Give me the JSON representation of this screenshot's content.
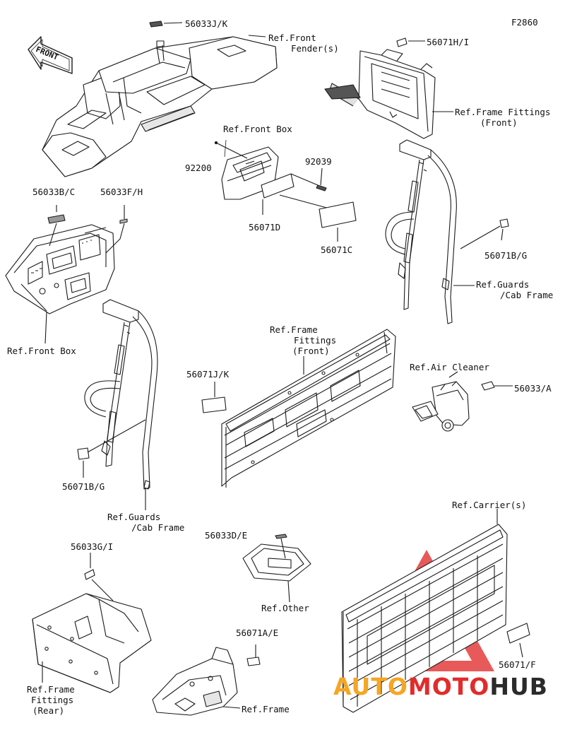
{
  "diagram_code": "F2860",
  "direction_label": "FRONT",
  "colors": {
    "line": "#1a1a1a",
    "fill_dark": "#d0d0d0",
    "watermark_red": "#e22b2b",
    "watermark_orange": "#f5a623",
    "watermark_dark": "#2b2b2b"
  },
  "labels": {
    "p56033jk": "56033J/K",
    "ref_front_fenders_1": "Ref.Front",
    "ref_front_fenders_2": "Fender(s)",
    "p56071hi": "56071H/I",
    "ref_frame_fittings_front_a1": "Ref.Frame Fittings",
    "ref_frame_fittings_front_a2": "(Front)",
    "ref_front_box_top": "Ref.Front Box",
    "p92200": "92200",
    "p92039": "92039",
    "p56071d": "56071D",
    "p56071c": "56071C",
    "p56033bc": "56033B/C",
    "p56033fh": "56033F/H",
    "ref_front_box_left": "Ref.Front Box",
    "p56071bg_right": "56071B/G",
    "ref_guards_right_1": "Ref.Guards",
    "ref_guards_right_2": "/Cab Frame",
    "ref_frame_fittings_front_b1": "Ref.Frame",
    "ref_frame_fittings_front_b2": "Fittings",
    "ref_frame_fittings_front_b3": "(Front)",
    "ref_air_cleaner": "Ref.Air Cleaner",
    "p56033a": "56033/A",
    "p56071jk": "56071J/K",
    "p56071bg_left": "56071B/G",
    "ref_guards_left_1": "Ref.Guards",
    "ref_guards_left_2": "/Cab Frame",
    "ref_carriers": "Ref.Carrier(s)",
    "p56033de": "56033D/E",
    "ref_other": "Ref.Other",
    "p56033gi": "56033G/I",
    "p56071ae": "56071A/E",
    "ref_frame_fittings_rear_1": "Ref.Frame",
    "ref_frame_fittings_rear_2": "Fittings",
    "ref_frame_fittings_rear_3": "(Rear)",
    "ref_frame": "Ref.Frame",
    "p56071f": "56071/F"
  },
  "watermark": {
    "part1": "AUTO",
    "part2": "MOTO",
    "part3": "HUB"
  }
}
